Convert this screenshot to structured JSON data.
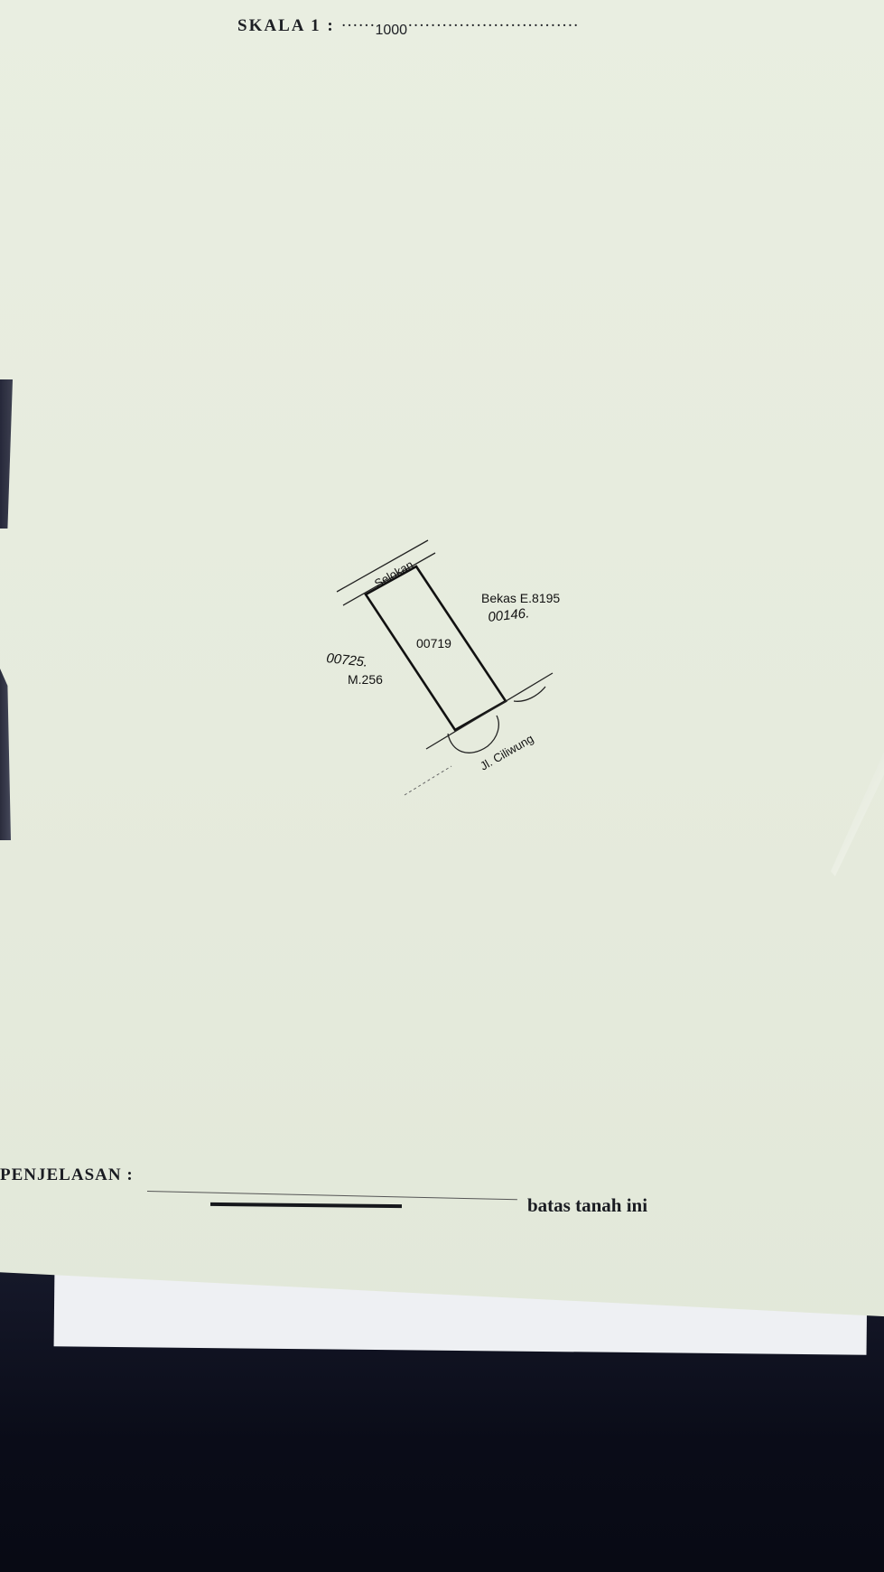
{
  "document": {
    "scale_label": "SKALA 1 :",
    "scale_value": "1000",
    "explanation_label": "PENJELASAN :",
    "legend_text": "batas tanah ini"
  },
  "sketch": {
    "parcel_number": "00719",
    "north_label": "Selokan",
    "east_label": "Bekas E.8195",
    "east_number_handwritten": "00146.",
    "west_number_handwritten": "00725.",
    "west_label": "M.256",
    "south_label": "Jl. Ciliwung"
  }
}
